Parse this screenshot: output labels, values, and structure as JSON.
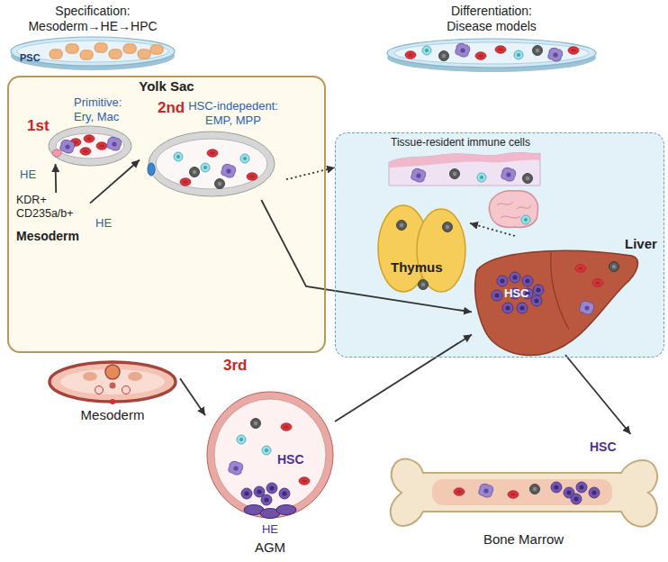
{
  "diagram": {
    "nodes": [
      {
        "text": [
          "Specification: Mesoderm→HE→HPC",
          "PSC"
        ]
      },
      {
        "text": [
          "Differentiation: Disease models"
        ]
      },
      {
        "text": [
          "Yolk Sac"
        ]
      },
      {
        "text": [
          "1st",
          "Primitive: Ery, Mac"
        ],
        "in": 2
      },
      {
        "text": [
          "2nd",
          "HSC-indepedent: EMP, MPP"
        ],
        "in": 2
      },
      {
        "text": [
          "KDR+ CD235a/b+",
          "Mesoderm"
        ],
        "in": 2
      },
      {
        "text": [
          "Tissue-resident immune cells"
        ]
      },
      {
        "text": [
          "Thymus"
        ],
        "in": 6
      },
      {
        "text": [
          "HSC",
          "Liver"
        ],
        "in": 6
      },
      {
        "text": [
          "Mesoderm"
        ]
      },
      {
        "text": [
          "3rd",
          "HSC",
          "HE",
          "AGM"
        ]
      },
      {
        "text": [
          "HSC",
          "Bone Marrow"
        ]
      }
    ],
    "edges": [
      {
        "from": 5,
        "to": 3,
        "arrow": "to"
      },
      {
        "from": 5,
        "to": 4,
        "label": "HE",
        "arrow": "to"
      },
      {
        "from": 4,
        "to": 6,
        "arrow": "to"
      },
      {
        "from": 4,
        "to": 8,
        "arrow": "to"
      },
      {
        "from": 9,
        "to": 10,
        "arrow": "to"
      },
      {
        "from": 10,
        "to": 8,
        "arrow": "to"
      },
      {
        "from": 8,
        "to": 11,
        "arrow": "to"
      },
      {
        "from": 8,
        "to": 7,
        "arrow": "to"
      }
    ],
    "labels": [
      "HE"
    ]
  }
}
